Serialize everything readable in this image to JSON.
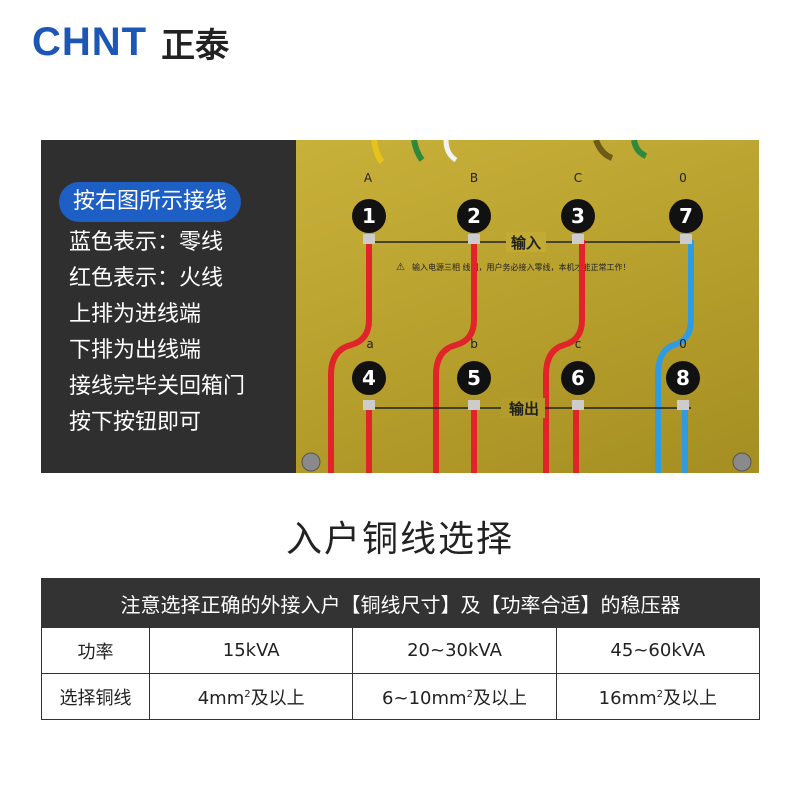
{
  "logo": {
    "latin": "CHNT",
    "cjk": "正泰"
  },
  "instructions": {
    "highlight": "按右图所示接线",
    "lines": [
      "蓝色表示：零线",
      "红色表示：火线",
      "上排为进线端",
      "下排为出线端",
      "接线完毕关回箱门",
      "按下按钮即可"
    ]
  },
  "diagram": {
    "input_phases": [
      "A",
      "B",
      "C",
      "0"
    ],
    "output_phases": [
      "a",
      "b",
      "c",
      "0"
    ],
    "input_terminals": [
      "1",
      "2",
      "3",
      "7"
    ],
    "output_terminals": [
      "4",
      "5",
      "6",
      "8"
    ],
    "input_label": "输入",
    "output_label": "输出",
    "warning_text": "输入电源三相 线制，用户务必接入零线，本机才能正常工作！",
    "colors": {
      "live": "#e0242a",
      "neutral": "#2f9be0",
      "board": "#bfa731"
    }
  },
  "section_title": "入户铜线选择",
  "table": {
    "banner": "注意选择正确的外接入户【铜线尺寸】及【功率合适】的稳压器",
    "rows": [
      {
        "label": "功率",
        "cells": [
          "15kVA",
          "20~30kVA",
          "45~60kVA"
        ]
      },
      {
        "label": "选择铜线",
        "cells": [
          "4mm",
          "6~10mm",
          "16mm"
        ],
        "sup": "2",
        "suffix": "及以上"
      }
    ]
  }
}
